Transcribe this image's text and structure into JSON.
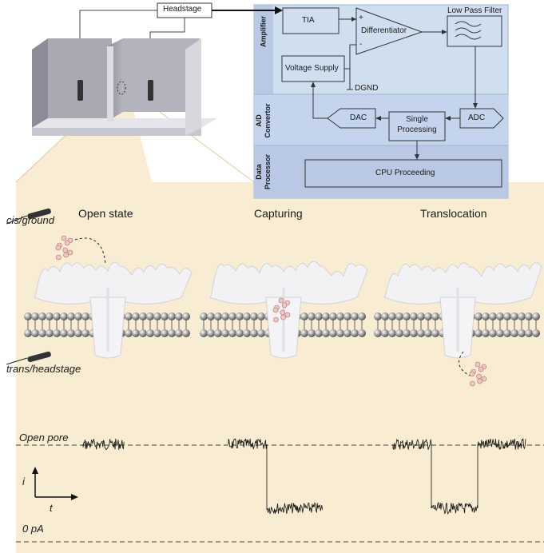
{
  "headstage": {
    "label": "Headstage"
  },
  "panel": {
    "sections": [
      {
        "name": "Amplifier",
        "lines": [
          "Amplifier"
        ]
      },
      {
        "name": "A/D Convertor",
        "lines": [
          "A/D",
          "Convertor"
        ]
      },
      {
        "name": "Data Processor",
        "lines": [
          "Data",
          "Processor"
        ]
      }
    ],
    "blocks": {
      "tia": "TIA",
      "differentiator": "Differentiator",
      "plus": "+",
      "minus": "-",
      "low_pass_filter": "Low Pass Filter",
      "voltage_supply": "Voltage Supply",
      "dgnd": "DGND",
      "dac": "DAC",
      "single_processing_line1": "Single",
      "single_processing_line2": "Processing",
      "adc": "ADC",
      "cpu": "CPU Proceeding"
    },
    "colors": {
      "panel_bg": "#cfdff0",
      "section_band": "#b8c9e6",
      "highlight_bg": "#f8ecd2"
    }
  },
  "electrodes": {
    "cis": "cis/ground",
    "trans": "trans/headstage"
  },
  "states": {
    "open": "Open state",
    "capturing": "Capturing",
    "translocation": "Translocation"
  },
  "traces": {
    "open_pore": "Open pore",
    "zero": "0 pA",
    "i_axis": "i",
    "t_axis": "t"
  }
}
